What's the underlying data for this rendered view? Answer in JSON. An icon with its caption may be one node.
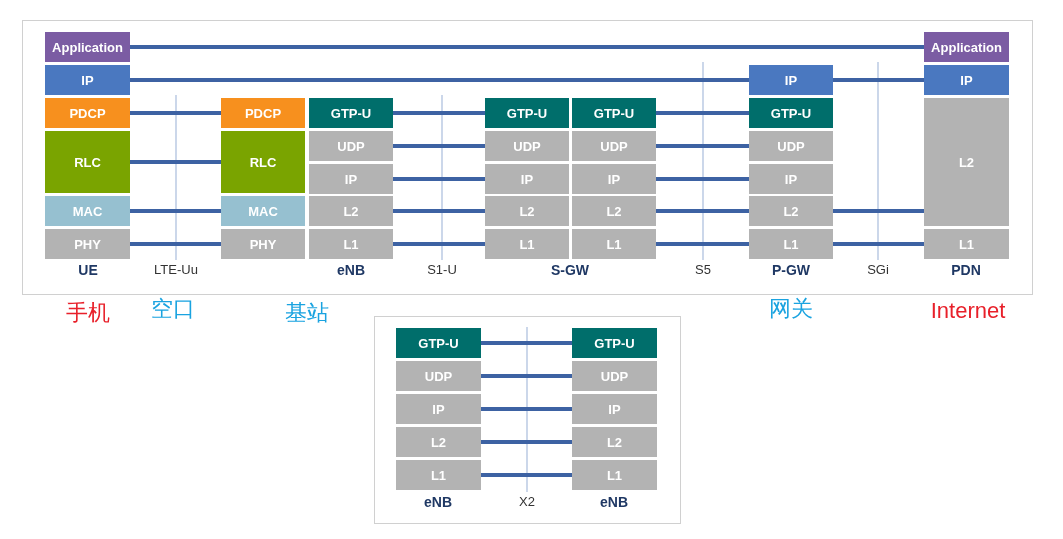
{
  "diagram": {
    "nodes": [
      {
        "text": [
          "Application"
        ]
      },
      {
        "text": [
          "IP"
        ]
      },
      {
        "text": [
          "PDCP"
        ]
      },
      {
        "text": [
          "RLC"
        ]
      },
      {
        "text": [
          "MAC"
        ]
      },
      {
        "text": [
          "PHY"
        ]
      },
      {
        "text": [
          "PDCP"
        ]
      },
      {
        "text": [
          "RLC"
        ]
      },
      {
        "text": [
          "MAC"
        ]
      },
      {
        "text": [
          "PHY"
        ]
      },
      {
        "text": [
          "GTP-U"
        ]
      },
      {
        "text": [
          "UDP"
        ]
      },
      {
        "text": [
          "IP"
        ]
      },
      {
        "text": [
          "L2"
        ]
      },
      {
        "text": [
          "L1"
        ]
      },
      {
        "text": [
          "GTP-U"
        ]
      },
      {
        "text": [
          "UDP"
        ]
      },
      {
        "text": [
          "IP"
        ]
      },
      {
        "text": [
          "L2"
        ]
      },
      {
        "text": [
          "L1"
        ]
      },
      {
        "text": [
          "GTP-U"
        ]
      },
      {
        "text": [
          "UDP"
        ]
      },
      {
        "text": [
          "IP"
        ]
      },
      {
        "text": [
          "L2"
        ]
      },
      {
        "text": [
          "L1"
        ]
      },
      {
        "text": [
          "IP"
        ]
      },
      {
        "text": [
          "GTP-U"
        ]
      },
      {
        "text": [
          "UDP"
        ]
      },
      {
        "text": [
          "IP"
        ]
      },
      {
        "text": [
          "L2"
        ]
      },
      {
        "text": [
          "L1"
        ]
      },
      {
        "text": [
          "Application"
        ]
      },
      {
        "text": [
          "IP"
        ]
      },
      {
        "text": [
          "L2"
        ]
      },
      {
        "text": [
          "L1"
        ]
      },
      {
        "text": [
          "GTP-U"
        ]
      },
      {
        "text": [
          "UDP"
        ]
      },
      {
        "text": [
          "IP"
        ]
      },
      {
        "text": [
          "L2"
        ]
      },
      {
        "text": [
          "L1"
        ]
      },
      {
        "text": [
          "GTP-U"
        ]
      },
      {
        "text": [
          "UDP"
        ]
      },
      {
        "text": [
          "IP"
        ]
      },
      {
        "text": [
          "L2"
        ]
      },
      {
        "text": [
          "L1"
        ]
      }
    ],
    "edges": [
      {
        "from": 0,
        "to": 31,
        "arrow": "none"
      },
      {
        "from": 1,
        "to": 25,
        "arrow": "none"
      },
      {
        "from": 2,
        "to": 6,
        "arrow": "none"
      },
      {
        "from": 3,
        "to": 7,
        "arrow": "none"
      },
      {
        "from": 4,
        "to": 8,
        "arrow": "none"
      },
      {
        "from": 5,
        "to": 9,
        "arrow": "none"
      },
      {
        "from": 10,
        "to": 15,
        "arrow": "none"
      },
      {
        "from": 11,
        "to": 16,
        "arrow": "none"
      },
      {
        "from": 12,
        "to": 17,
        "arrow": "none"
      },
      {
        "from": 13,
        "to": 18,
        "arrow": "none"
      },
      {
        "from": 14,
        "to": 19,
        "arrow": "none"
      },
      {
        "from": 20,
        "to": 26,
        "arrow": "none"
      },
      {
        "from": 21,
        "to": 27,
        "arrow": "none"
      },
      {
        "from": 22,
        "to": 28,
        "arrow": "none"
      },
      {
        "from": 23,
        "to": 29,
        "arrow": "none"
      },
      {
        "from": 24,
        "to": 30,
        "arrow": "none"
      },
      {
        "from": 25,
        "to": 32,
        "arrow": "none"
      },
      {
        "from": 29,
        "to": 33,
        "arrow": "none"
      },
      {
        "from": 30,
        "to": 34,
        "arrow": "none"
      },
      {
        "from": 35,
        "to": 40,
        "arrow": "none"
      },
      {
        "from": 36,
        "to": 41,
        "arrow": "none"
      },
      {
        "from": 37,
        "to": 42,
        "arrow": "none"
      },
      {
        "from": 38,
        "to": 43,
        "arrow": "none"
      },
      {
        "from": 39,
        "to": 44,
        "arrow": "none"
      }
    ],
    "labels": [
      "UE",
      "LTE-Uu",
      "eNB",
      "S1-U",
      "S-GW",
      "S5",
      "P-GW",
      "SGi",
      "PDN",
      "手机",
      "空口",
      "基站",
      "网关",
      "Internet",
      "eNB",
      "X2",
      "eNB"
    ]
  }
}
